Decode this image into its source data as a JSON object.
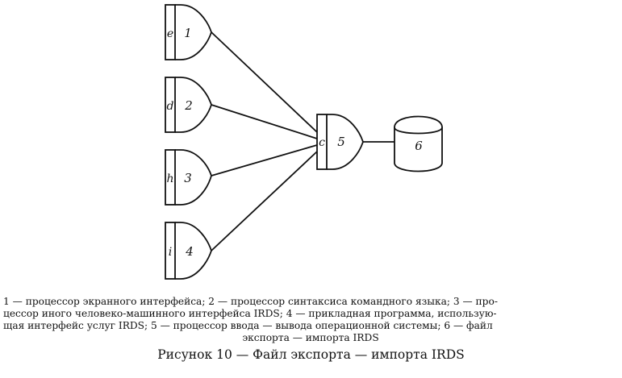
{
  "diagram": {
    "nodes": [
      {
        "id": "1",
        "port": "e",
        "label": "1"
      },
      {
        "id": "2",
        "port": "d",
        "label": "2"
      },
      {
        "id": "3",
        "port": "h",
        "label": "3"
      },
      {
        "id": "4",
        "port": "i",
        "label": "4"
      },
      {
        "id": "5",
        "port": "c",
        "label": "5"
      },
      {
        "id": "6",
        "label": "6"
      }
    ],
    "edges": [
      {
        "from": "1",
        "to": "5"
      },
      {
        "from": "2",
        "to": "5"
      },
      {
        "from": "3",
        "to": "5"
      },
      {
        "from": "4",
        "to": "5"
      },
      {
        "from": "5",
        "to": "6"
      }
    ]
  },
  "legend": {
    "lines": [
      "1 — процессор экранного интерфейса; 2 — процессор синтаксиса командного языка; 3 — про-",
      "цессор иного человеко-машинного интерфейса IRDS; 4 — прикладная программа, использую-",
      "щая интерфейс услуг IRDS; 5 — процессор ввода — вывода операционной системы; 6 — файл",
      "экспорта — импорта IRDS"
    ]
  },
  "caption": "Рисунок 10 — Файл экспорта — импорта IRDS"
}
